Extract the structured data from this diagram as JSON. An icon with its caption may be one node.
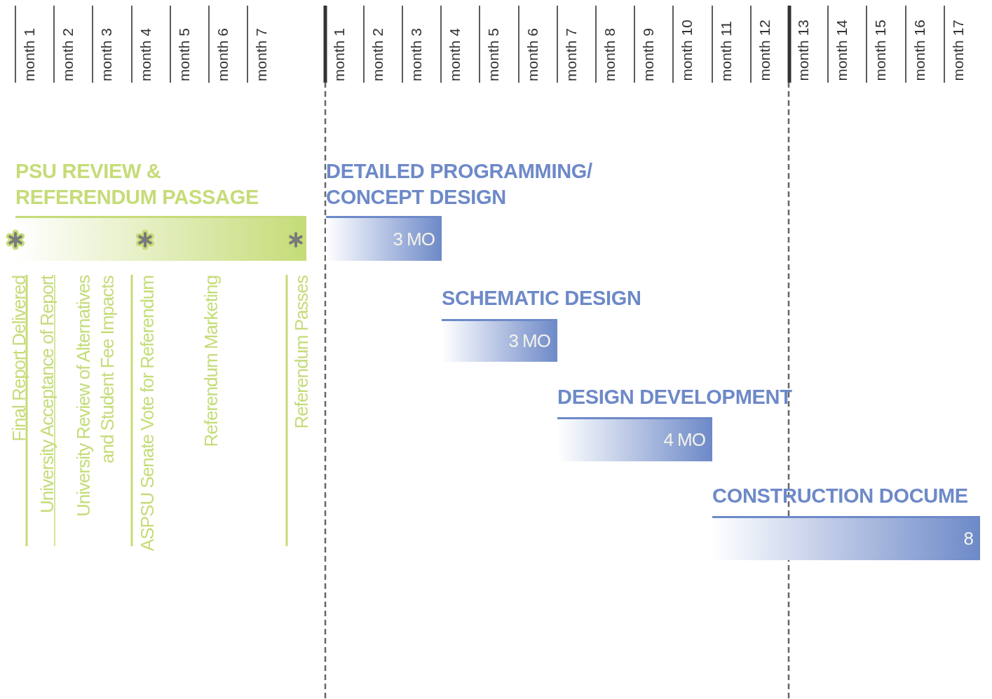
{
  "diagram": {
    "nodes": [
      {
        "text": [
          "PSU REVIEW & REFERENDUM PASSAGE"
        ]
      },
      {
        "text": [
          "DETAILED PROGRAMMING/ CONCEPT DESIGN",
          "3 MO"
        ]
      },
      {
        "text": [
          "SCHEMATIC DESIGN",
          "3 MO"
        ]
      },
      {
        "text": [
          "DESIGN DEVELOPMENT",
          "4 MO"
        ]
      },
      {
        "text": [
          "CONSTRUCTION DOCUME",
          "8"
        ]
      }
    ],
    "labels": [
      "month 1",
      "month 2",
      "month 3",
      "month 4",
      "month 5",
      "month 6",
      "month 7",
      "month 1",
      "month 2",
      "month 3",
      "month 4",
      "month 5",
      "month 6",
      "month 7",
      "month 8",
      "month 9",
      "month 10",
      "month 11",
      "month 12",
      "month 13",
      "month 14",
      "month 15",
      "month 16",
      "month 17",
      "Final Report Delivered",
      "University Acceptance of Report",
      "University Review of Alternatives and Student Fee Impacts",
      "ASPSU Senate Vote for Referendum",
      "Referendum Marketing",
      "Referendum Passes"
    ]
  }
}
